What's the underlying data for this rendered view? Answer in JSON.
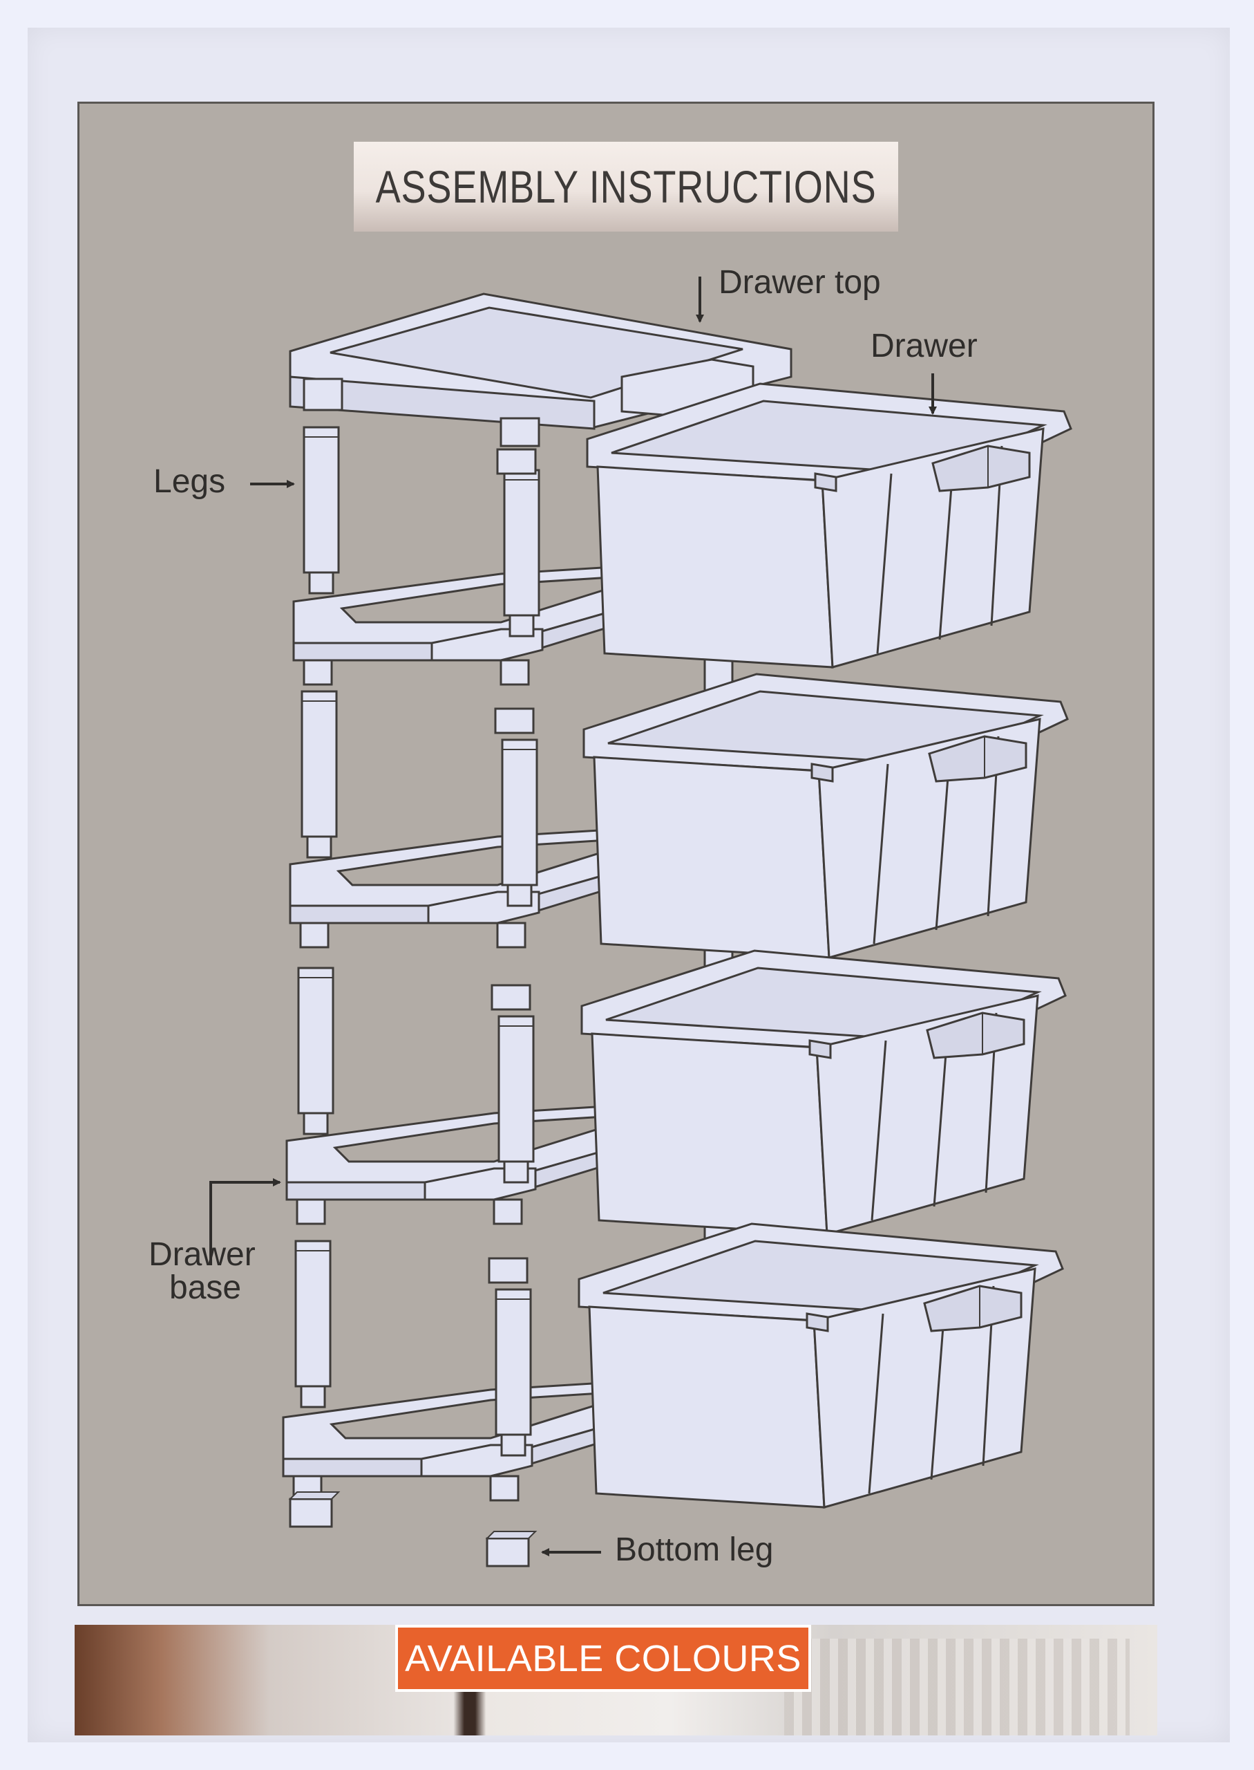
{
  "title": "ASSEMBLY INSTRUCTIONS",
  "labels": {
    "drawer_top": "Drawer top",
    "drawer": "Drawer",
    "legs": "Legs",
    "drawer_base_line1": "Drawer",
    "drawer_base_line2": "base",
    "bottom_leg": "Bottom leg"
  },
  "footer": {
    "badge": "AVAILABLE COLOURS"
  },
  "colors": {
    "panel": "#b2aca6",
    "line_art_fill": "#e2e4f3",
    "line_art_stroke": "#3f3c3a",
    "badge": "#e8622c",
    "title_text": "#3d3a38"
  }
}
